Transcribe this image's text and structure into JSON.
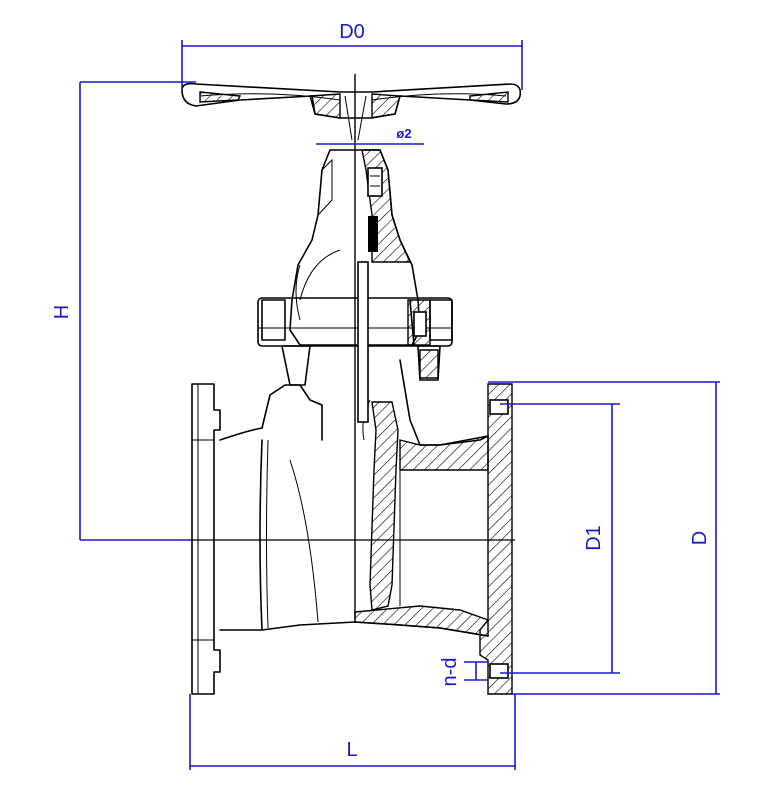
{
  "labels": {
    "handwheel_diameter": "D0",
    "overall_height": "H",
    "stem_diameter": "ø2",
    "bolt_circle": "D1",
    "flange_diameter": "D",
    "bolt_holes": "n-d",
    "face_to_face": "L"
  },
  "colors": {
    "line": "#000000",
    "dimension": "#1a1acc"
  }
}
